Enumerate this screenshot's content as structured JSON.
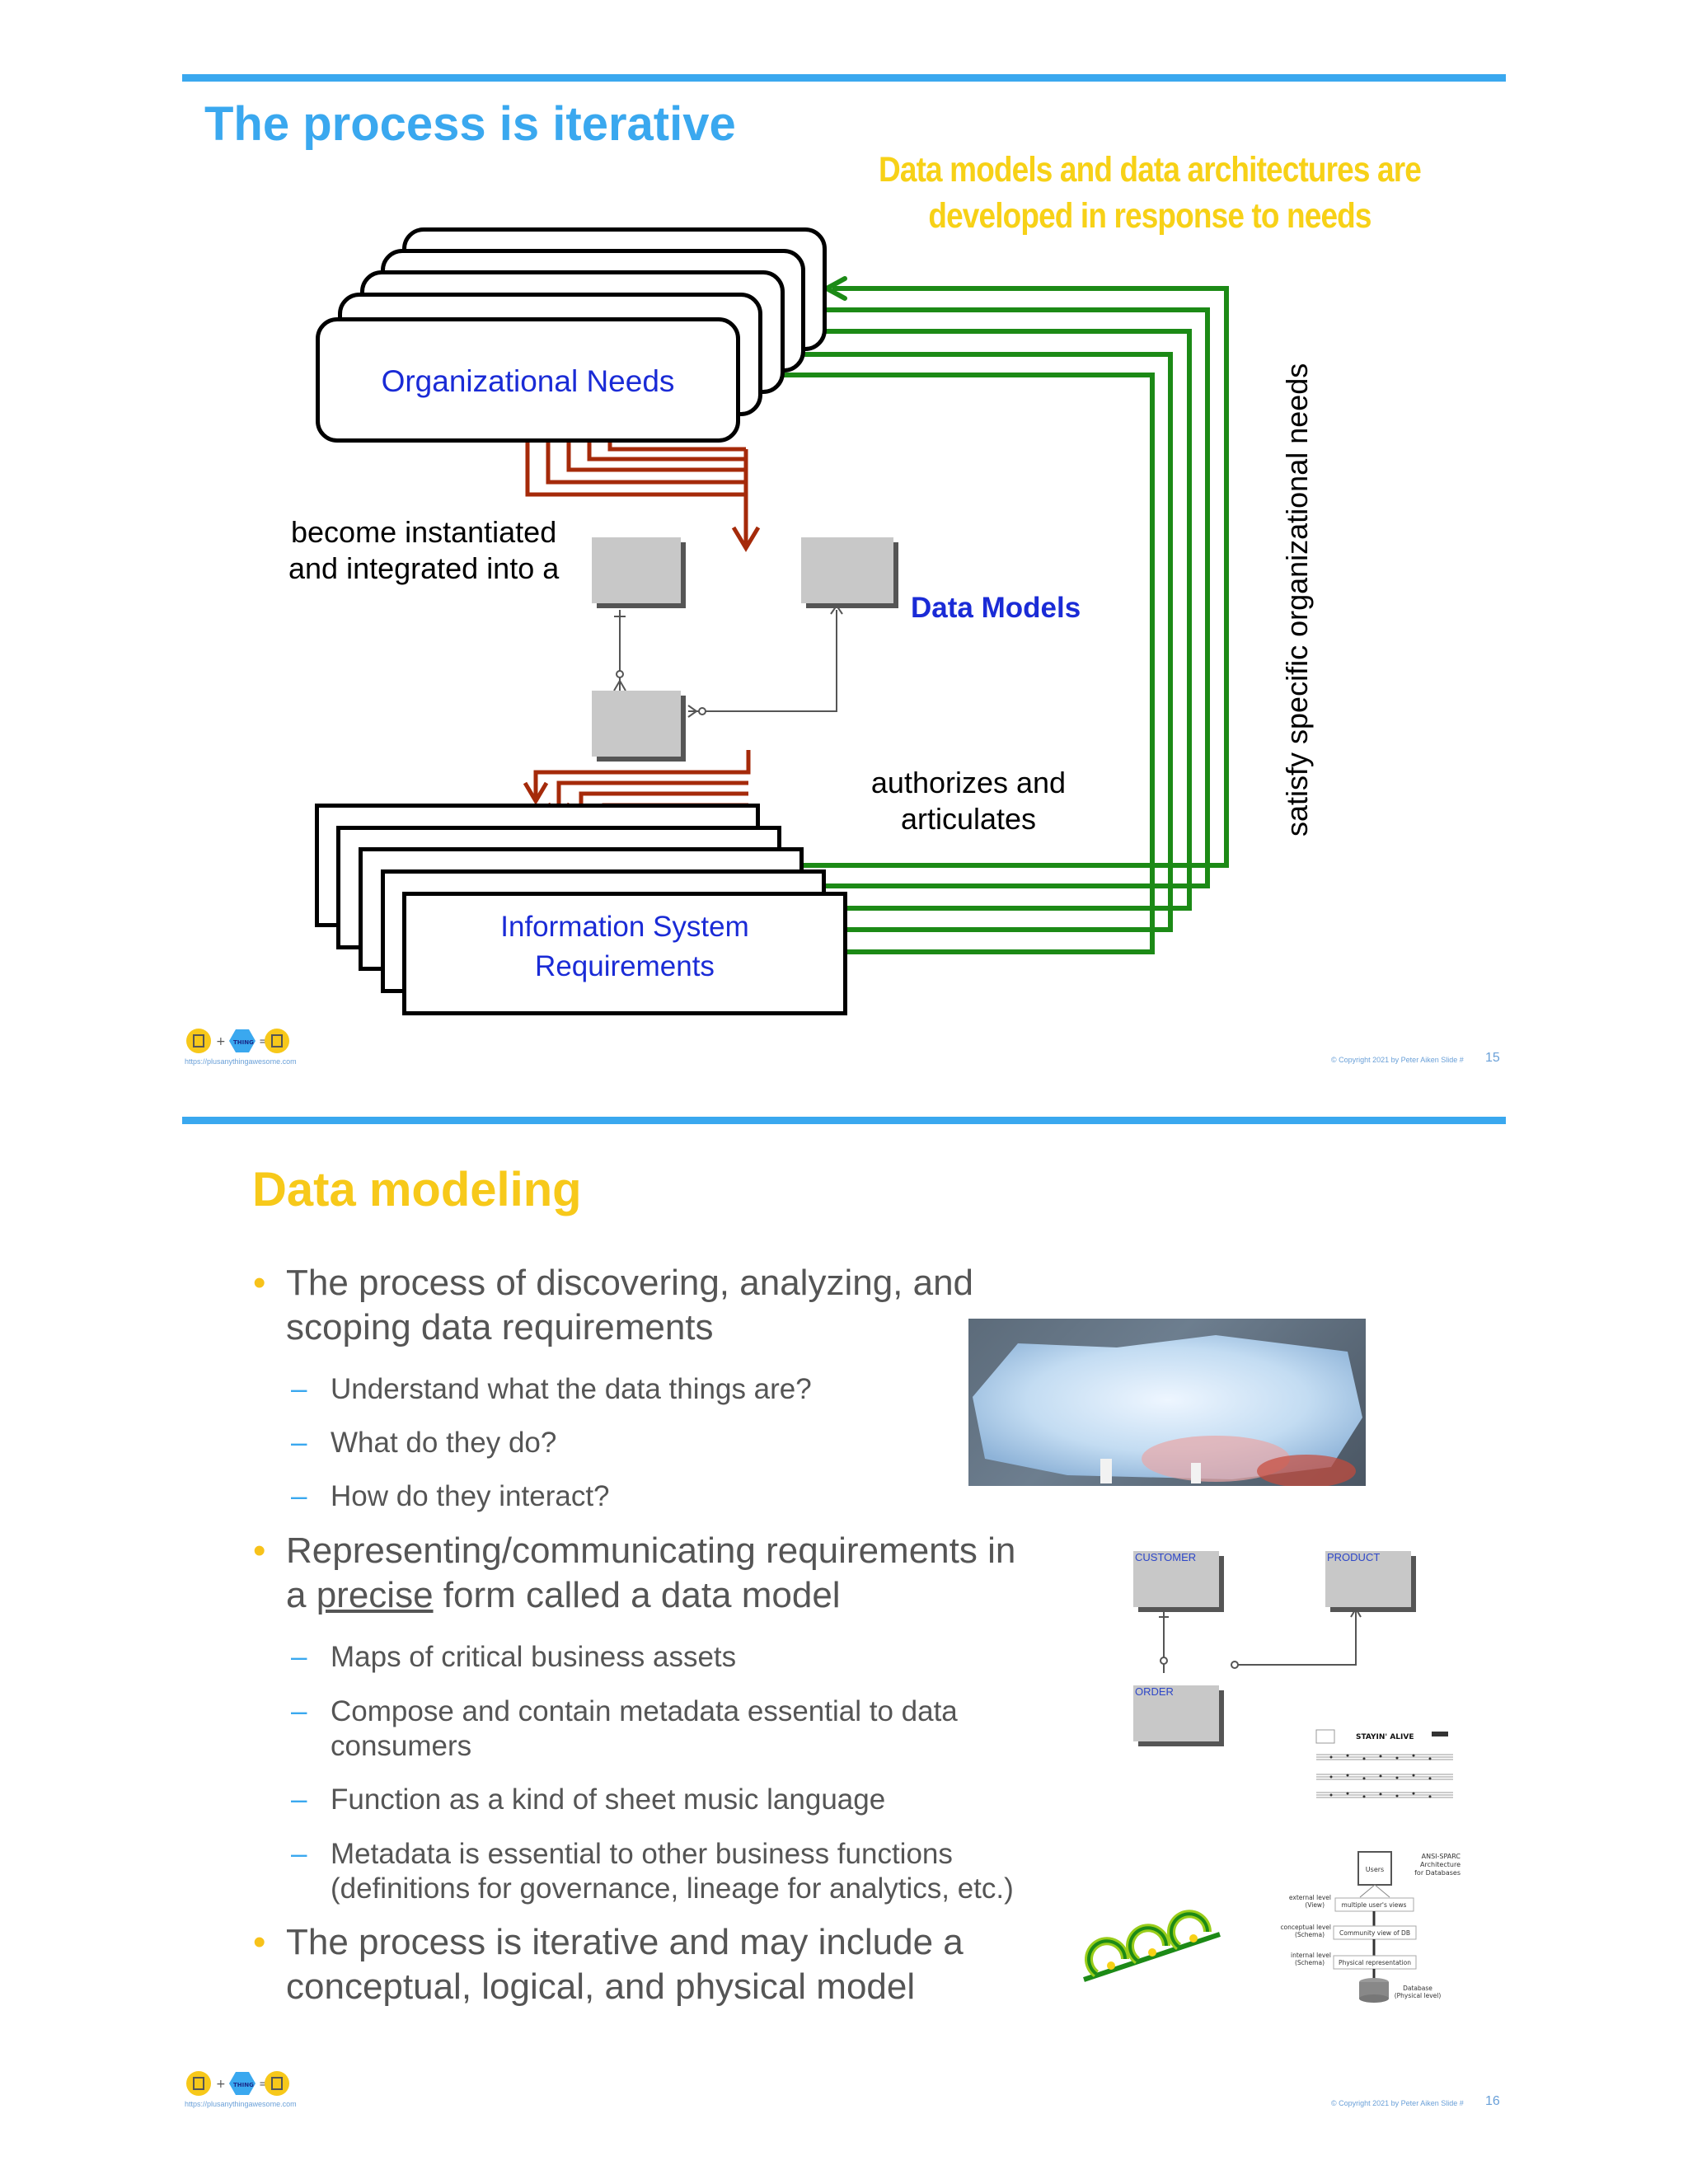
{
  "slide15": {
    "title": "The process is iterative",
    "subtitle_line1": "Data models and data architectures are",
    "subtitle_line2": "developed in response to needs",
    "org_needs": "Organizational Needs",
    "instantiated_line1": "become instantiated",
    "instantiated_line2": "and integrated into a",
    "data_models": "Data Models",
    "authorizes_line1": "authorizes and",
    "authorizes_line2": "articulates",
    "isr_line1": "Information System",
    "isr_line2": "Requirements",
    "vertical_text": "satisfy specific organizational needs",
    "footer_url": "https://plusanythingawesome.com",
    "footer_copyright": "© Copyright     2021     by Peter Aiken     Slide #",
    "slide_number": "15",
    "colors": {
      "title": "#3aa8ef",
      "subtitle": "#f7d117",
      "green": "#1c8a16",
      "red": "#a52a0a",
      "blue_text": "#1a2bd6"
    }
  },
  "slide16": {
    "title": "Data modeling",
    "bullets": [
      {
        "text_line1": "The process of discovering, analyzing, and",
        "text_line2": "scoping data requirements",
        "subs": [
          "Understand what the data things are?",
          "What do they do?",
          "How do they interact?"
        ]
      },
      {
        "text_line1a": "Representing/communicating requirements in",
        "text_line2_pre": "a ",
        "text_line2_underlined": "precise",
        "text_line2_post": " form called a data model",
        "subs": [
          "Maps of critical business assets",
          "Compose and contain metadata essential to data",
          "consumers",
          "Function as a kind of sheet music language",
          "Metadata is essential to other business functions",
          "(definitions for governance, lineage for analytics, etc.)"
        ]
      },
      {
        "text_line1": "The process is iterative and may include a",
        "text_line2": "conceptual, logical, and physical model"
      }
    ],
    "erd": {
      "customer": "CUSTOMER",
      "product": "PRODUCT",
      "order": "ORDER"
    },
    "sheet_music_title": "STAYIN' ALIVE",
    "ansi": {
      "title_line1": "ANSI-SPARC",
      "title_line2": "Architecture",
      "title_line3": "for Databases",
      "users": "Users",
      "external_level": "external level",
      "external_view": "(View)",
      "multiple_views": "multiple user's views",
      "conceptual_level": "conceptual level",
      "conceptual_schema": "(Schema)",
      "community_view": "Community view of DB",
      "internal_level": "internal level",
      "internal_schema": "(Schema)",
      "physical_rep": "Physical representation",
      "database": "Database",
      "physical_level": "(Physical level)"
    },
    "footer_url": "https://plusanythingawesome.com",
    "footer_copyright": "© Copyright     2021     by Peter Aiken     Slide #",
    "slide_number": "16",
    "colors": {
      "title": "#f7c91a",
      "bullet_dot": "#f7c21a",
      "dash": "#3aa8ef",
      "text": "#555555"
    }
  },
  "logo": {
    "left_icon": "trash-can-icon",
    "middle_icon": "thing-hexagon-icon",
    "right_icon": "trash-can-icon",
    "plus": "+",
    "equals": "=",
    "thing_label": "THING"
  }
}
